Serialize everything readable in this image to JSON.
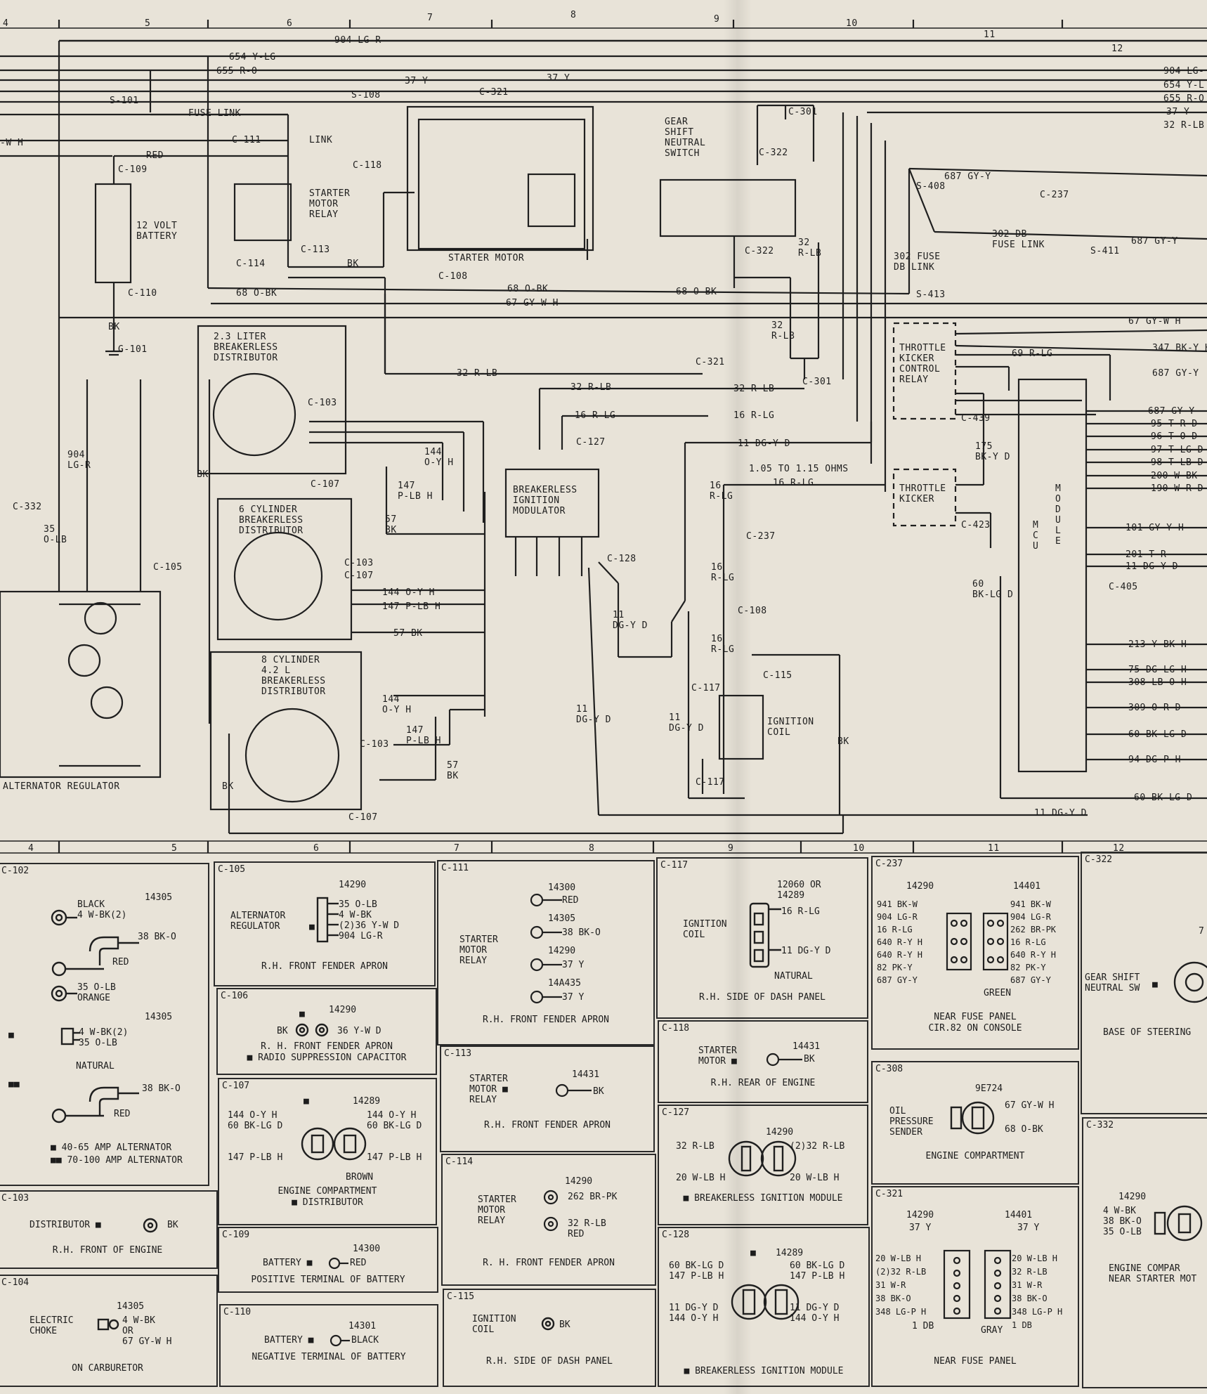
{
  "grid_top": [
    "4",
    "5",
    "6",
    "7",
    "8",
    "9",
    "10",
    "11",
    "12"
  ],
  "grid_bottom": [
    "4",
    "5",
    "6",
    "7",
    "8",
    "9",
    "10",
    "11",
    "12"
  ],
  "wires": {
    "w904": "904 LG-R",
    "w654": "654 Y-LG",
    "w655": "655 R-O",
    "w37a": "37 Y",
    "w37b": "37 Y",
    "r904": "904 LG-",
    "r654": "654 Y-L",
    "r655": "655 R-O",
    "r37": "37 Y",
    "r32": "32 R-LB",
    "wh": "-W H",
    "s101": "S-101",
    "s108": "S-108",
    "c321a": "C-321",
    "fuse_link": "FUSE LINK",
    "link": "LINK",
    "c111": "C-111",
    "red": "RED",
    "c109": "C-109",
    "c118": "C-118",
    "c113": "C-113",
    "c114": "C-114",
    "bk_start": "BK",
    "c108a": "C-108",
    "w68a": "68 O-BK",
    "w68b": "68 O-BK",
    "w68c": "68 O-BK",
    "w67": "67 GY-W H",
    "c110": "C-110",
    "bk_g101": "BK",
    "g101": "G-101",
    "gear_shift": "GEAR\nSHIFT\nNEUTRAL\nSWITCH",
    "c301a": "C-301",
    "c322a": "C-322",
    "c322b": "C-322",
    "w32rlb_v": "32\nR-LB",
    "w32rlb_v2": "32\nR-LB",
    "c301b": "C-301",
    "c321b": "C-321",
    "w32rlb_h1": "32 R-LB",
    "w32rlb_h2": "32 R-LB",
    "w32rlb_h3": "32 R-LB",
    "w16rlg_a": "16 R-LG",
    "w16rlg_b": "16 R-LG",
    "c127": "C-127",
    "s408": "S-408",
    "w687a": "687 GY-Y",
    "c237a": "C-237",
    "w302": "302 DB\nFUSE LINK",
    "s411": "S-411",
    "w687b": "687 GY-Y",
    "fuse302": "302 FUSE\nDB LINK",
    "s413": "S-413",
    "w67r": "67 GY-W H",
    "w347": "347 BK-Y H",
    "w69": "69 R-LG",
    "w687c": "687 GY-Y",
    "throttle_kicker_relay": "THROTTLE\nKICKER\nCONTROL\nRELAY",
    "c439": "C-439",
    "w175": "175\nBK-Y D",
    "throttle_kicker": "THROTTLE\nKICKER",
    "c423": "C-423",
    "w60v": "60\nBK-LG D",
    "mcu": "M\nC\nU",
    "module": "M\nO\nD\nU\nL\nE",
    "c405": "C-405",
    "mcu_pins": [
      "687 GY-Y",
      "95 T-R D",
      "96 T-O D",
      "97 T-LG D",
      "98 T-LB D",
      "200 W-BK",
      "190 W-R D",
      "101 GY-Y H",
      "201 T-R",
      "11 DG-Y D",
      "213 Y-BK H",
      "75 DG-LG H",
      "308 LB-O H",
      "309 O-R D",
      "60 BK-LG D",
      "94 DG-P H"
    ],
    "w60h": "60 BK-LG D",
    "w11bottom": "11 DG-Y D",
    "w11dgyd": "11 DG-Y D",
    "ohms": "1.05 TO 1.15 OHMS",
    "w16rlg_c": "16 R-LG",
    "w16rlg_v1": "16\nR-LG",
    "c237b": "C-237",
    "w16rlg_v2": "16\nR-LG",
    "c108b": "C-108",
    "w16rlg_v3": "16\nR-LG",
    "c115": "C-115",
    "c117a": "C-117",
    "ign_coil": "IGNITION\nCOIL",
    "w11v": "11\nDG-Y D",
    "c117b": "C-117",
    "bk_coil": "BK",
    "w11v2": "11\nDG-Y D",
    "w11v3": "11\nDG-Y D",
    "breakerless_mod": "BREAKERLESS\nIGNITION\nMODULATOR",
    "c128": "C-128",
    "dist23": "2.3 LITER\nBREAKERLESS\nDISTRIBUTOR",
    "c103a": "C-103",
    "c107a": "C-107",
    "w144a": "144\nO-Y H",
    "w147a": "147\nP-LB H",
    "w57a": "57\nBK",
    "bk_left": "BK",
    "dist6": "6 CYLINDER\nBREAKERLESS\nDISTRIBUTOR",
    "c103b": "C-103",
    "c107b": "C-107",
    "w144b": "144 O-Y H",
    "w147b": "147 P-LB H",
    "w57b": "57 BK",
    "dist8": "8 CYLINDER\n4.2 L\nBREAKERLESS\nDISTRIBUTOR",
    "w144c": "144\nO-Y H",
    "w147c": "147\nP-LB H",
    "w57c": "57\nBK",
    "c103c": "C-103",
    "c107c": "C-107",
    "bk_bottom": "BK",
    "w904v": "904\nLG-R",
    "c332": "C-332",
    "w35": "35\nO-LB",
    "c105": "C-105",
    "alt_reg": "ALTERNATOR REGULATOR",
    "battery": "12 VOLT\nBATTERY",
    "relay": "STARTER\nMOTOR\nRELAY",
    "starter_motor": "STARTER MOTOR",
    "c321c": "C-321"
  },
  "connectors": {
    "c102": {
      "id": "C-102",
      "pn": "14305",
      "l1": "BLACK\n4 W-BK(2)",
      "l2": "38 BK-O",
      "l3": "RED",
      "l4": "35 O-LB\nORANGE",
      "pn2": "14305",
      "l5": "4 W-BK(2)\n35 O-LB",
      "l6": "NATURAL",
      "l7": "38 BK-O",
      "l8": "RED",
      "note1": "■ 40-65 AMP ALTERNATOR",
      "note2": "■■ 70-100 AMP ALTERNATOR",
      "m1": "■",
      "m2": "■■"
    },
    "c103": {
      "id": "C-103",
      "txt": "DISTRIBUTOR ■",
      "bk": "BK",
      "cap": "R.H. FRONT OF ENGINE"
    },
    "c104": {
      "id": "C-104",
      "pn": "14305",
      "left": "ELECTRIC\nCHOKE",
      "right": "4 W-BK\nOR\n67 GY-W H",
      "cap": "ON CARBURETOR"
    },
    "c105": {
      "id": "C-105",
      "pn": "14290",
      "left": "ALTERNATOR\nREGULATOR",
      "m": "■",
      "right": "35 O-LB\n4 W-BK\n(2)36 Y-W D\n904 LG-R",
      "cap": "R.H. FRONT FENDER APRON"
    },
    "c106": {
      "id": "C-106",
      "pn": "14290",
      "m": "■",
      "left": "BK",
      "right": "36 Y-W D",
      "cap": "R. H. FRONT FENDER APRON\n■ RADIO SUPPRESSION CAPACITOR"
    },
    "c107": {
      "id": "C-107",
      "m": "■",
      "pn": "14289",
      "left": "144 O-Y H\n60 BK-LG D\n\n\n147 P-LB H",
      "right": "144 O-Y H\n60 BK-LG D\n\n\n147 P-LB H",
      "brown": "BROWN",
      "cap": "ENGINE COMPARTMENT\n■ DISTRIBUTOR"
    },
    "c109": {
      "id": "C-109",
      "pn": "14300",
      "txt": "BATTERY ■",
      "right": "RED",
      "cap": "POSITIVE TERMINAL OF BATTERY"
    },
    "c110": {
      "id": "C-110",
      "pn": "14301",
      "txt": "BATTERY ■",
      "right": "BLACK",
      "cap": "NEGATIVE TERMINAL OF BATTERY"
    },
    "c111": {
      "id": "C-111",
      "left": "STARTER\nMOTOR\nRELAY",
      "pn1": "14300",
      "r1": "RED",
      "pn2": "14305",
      "r2": "38 BK-O",
      "pn3": "14290",
      "r3": "37 Y",
      "pn4": "14A435",
      "r4": "37 Y",
      "cap": "R.H. FRONT FENDER APRON"
    },
    "c113": {
      "id": "C-113",
      "left": "STARTER\nMOTOR ■\nRELAY",
      "pn": "14431",
      "right": "BK",
      "cap": "R.H. FRONT FENDER APRON"
    },
    "c114": {
      "id": "C-114",
      "left": "STARTER\nMOTOR\nRELAY",
      "pn": "14290",
      "r1": "262 BR-PK",
      "r2": "32 R-LB\nRED",
      "cap": "R. H. FRONT FENDER APRON"
    },
    "c115": {
      "id": "C-115",
      "left": "IGNITION\nCOIL",
      "right": "BK",
      "cap": "R.H. SIDE OF DASH PANEL"
    },
    "c117": {
      "id": "C-117",
      "pn": "12060 OR\n14289",
      "left": "IGNITION\nCOIL",
      "r1": "16 R-LG",
      "r2": "11 DG-Y D",
      "natural": "NATURAL",
      "cap": "R.H. SIDE OF DASH PANEL"
    },
    "c118": {
      "id": "C-118",
      "left": "STARTER\nMOTOR ■",
      "pn": "14431",
      "right": "BK",
      "cap": "R.H. REAR OF ENGINE"
    },
    "c127": {
      "id": "C-127",
      "pn": "14290",
      "left": "32 R-LB\n\n\n20 W-LB H",
      "right": "(2)32 R-LB\n\n\n20 W-LB H",
      "cap": "■ BREAKERLESS IGNITION MODULE"
    },
    "c128": {
      "id": "C-128",
      "m": "■",
      "pn": "14289",
      "left": "60 BK-LG D\n147 P-LB H\n\n\n11 DG-Y D\n144 O-Y H",
      "right": "60 BK-LG D\n147 P-LB H\n\n\n11 DG-Y D\n144 O-Y H",
      "cap": "■ BREAKERLESS IGNITION MODULE"
    },
    "c237": {
      "id": "C-237",
      "pn1": "14290",
      "pn2": "14401",
      "left": "941 BK-W\n904 LG-R\n16 R-LG\n640 R-Y H\n640 R-Y H\n82 PK-Y\n687 GY-Y",
      "right": "941 BK-W\n904 LG-R\n262 BR-PK\n16 R-LG\n640 R-Y H\n82 PK-Y\n687 GY-Y",
      "green": "GREEN",
      "cap": "NEAR FUSE PANEL\nCIR.82 ON CONSOLE"
    },
    "c308": {
      "id": "C-308",
      "pn": "9E724",
      "left": "OIL\nPRESSURE\nSENDER",
      "r1": "67 GY-W H",
      "r2": "68 O-BK",
      "cap": "ENGINE COMPARTMENT"
    },
    "c321": {
      "id": "C-321",
      "pn1": "14290",
      "pn2": "14401",
      "l0": "37 Y",
      "r0": "37 Y",
      "left": "20 W-LB H\n(2)32 R-LB\n31 W-R\n38 BK-O\n348 LG-P H",
      "right": "20 W-LB H\n32 R-LB\n31 W-R\n38 BK-O\n348 LG-P H\n1 DB",
      "ldb": "1 DB",
      "gray": "GRAY",
      "cap": "NEAR FUSE PANEL"
    },
    "c322": {
      "id": "C-322",
      "left": "GEAR SHIFT\nNEUTRAL SW",
      "m": "■",
      "pn": "7",
      "cap": "BASE OF STEERING"
    },
    "c332": {
      "id": "C-332",
      "pn": "14290",
      "left": "4 W-BK\n38 BK-O\n35 O-LB",
      "cap": "ENGINE COMPAR\nNEAR STARTER MOT"
    }
  }
}
